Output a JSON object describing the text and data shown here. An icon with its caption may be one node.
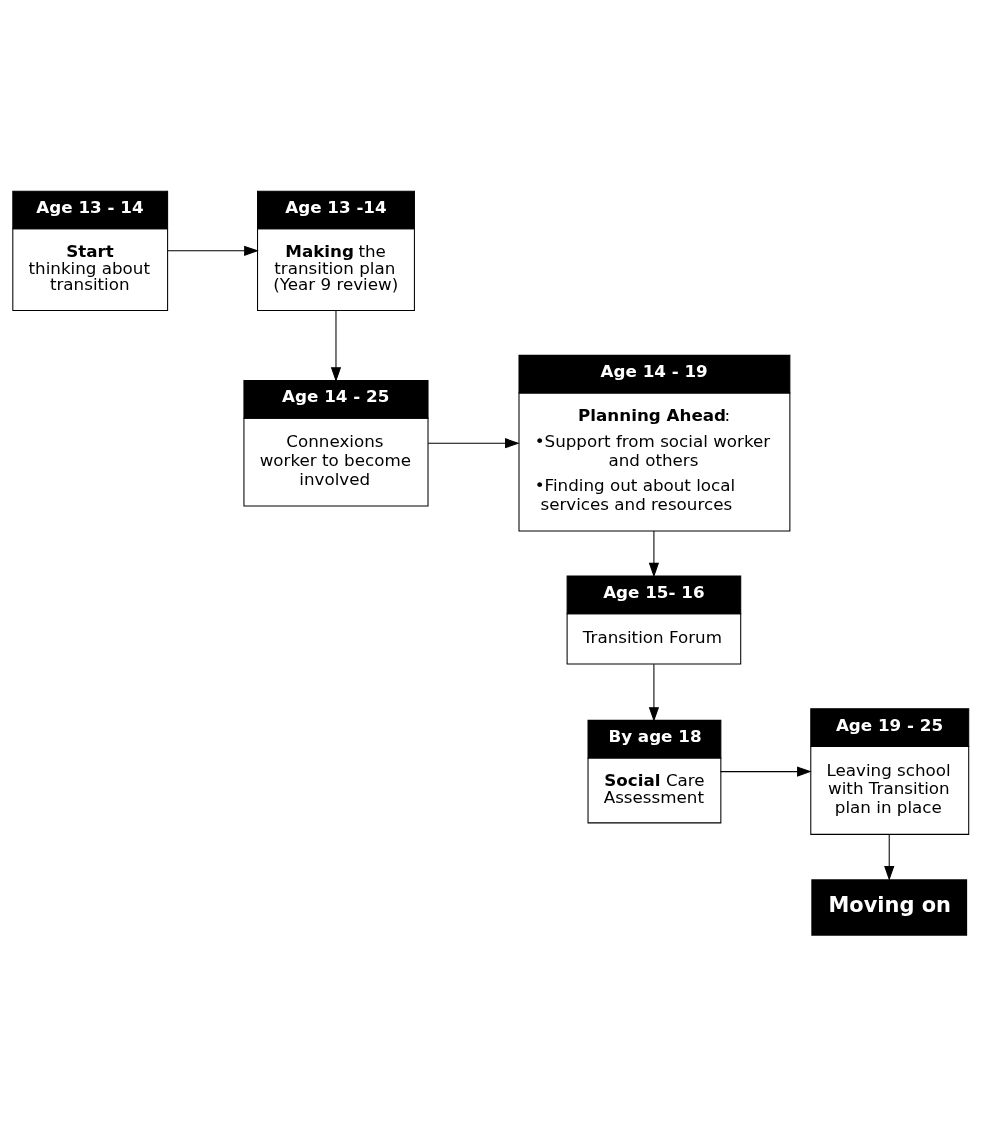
{
  "diagram": {
    "nodes": [
      {
        "text": [
          "Age 13 - 14",
          "**Start** thinking about transition"
        ]
      },
      {
        "text": [
          "Age 13 -14",
          "**Making** the transition plan (Year 9 review)"
        ]
      },
      {
        "text": [
          "Age 14 - 19",
          "**Planning Ahead**:",
          "•Support from social worker and others",
          "•Finding out about local services and resources"
        ]
      },
      {
        "text": [
          "Age 14 - 25",
          "Connexions worker to become involved"
        ]
      },
      {
        "text": [
          "Age 15- 16",
          "Transition Forum"
        ]
      },
      {
        "text": [
          "By age 18",
          "**Social** Care Assessment"
        ]
      },
      {
        "text": [
          "Age 19 - 25",
          "Leaving school with Transition plan in place"
        ]
      },
      {
        "text": [
          "Moving on"
        ]
      }
    ],
    "edges": [
      {
        "from": 0,
        "to": 1,
        "arrow": "to"
      },
      {
        "from": 1,
        "to": 3,
        "arrow": "to"
      },
      {
        "from": 3,
        "to": 2,
        "arrow": "to"
      },
      {
        "from": 2,
        "to": 4,
        "arrow": "to"
      },
      {
        "from": 4,
        "to": 5,
        "arrow": "to"
      },
      {
        "from": 5,
        "to": 6,
        "arrow": "to"
      },
      {
        "from": 6,
        "to": 7,
        "arrow": "to"
      }
    ]
  }
}
